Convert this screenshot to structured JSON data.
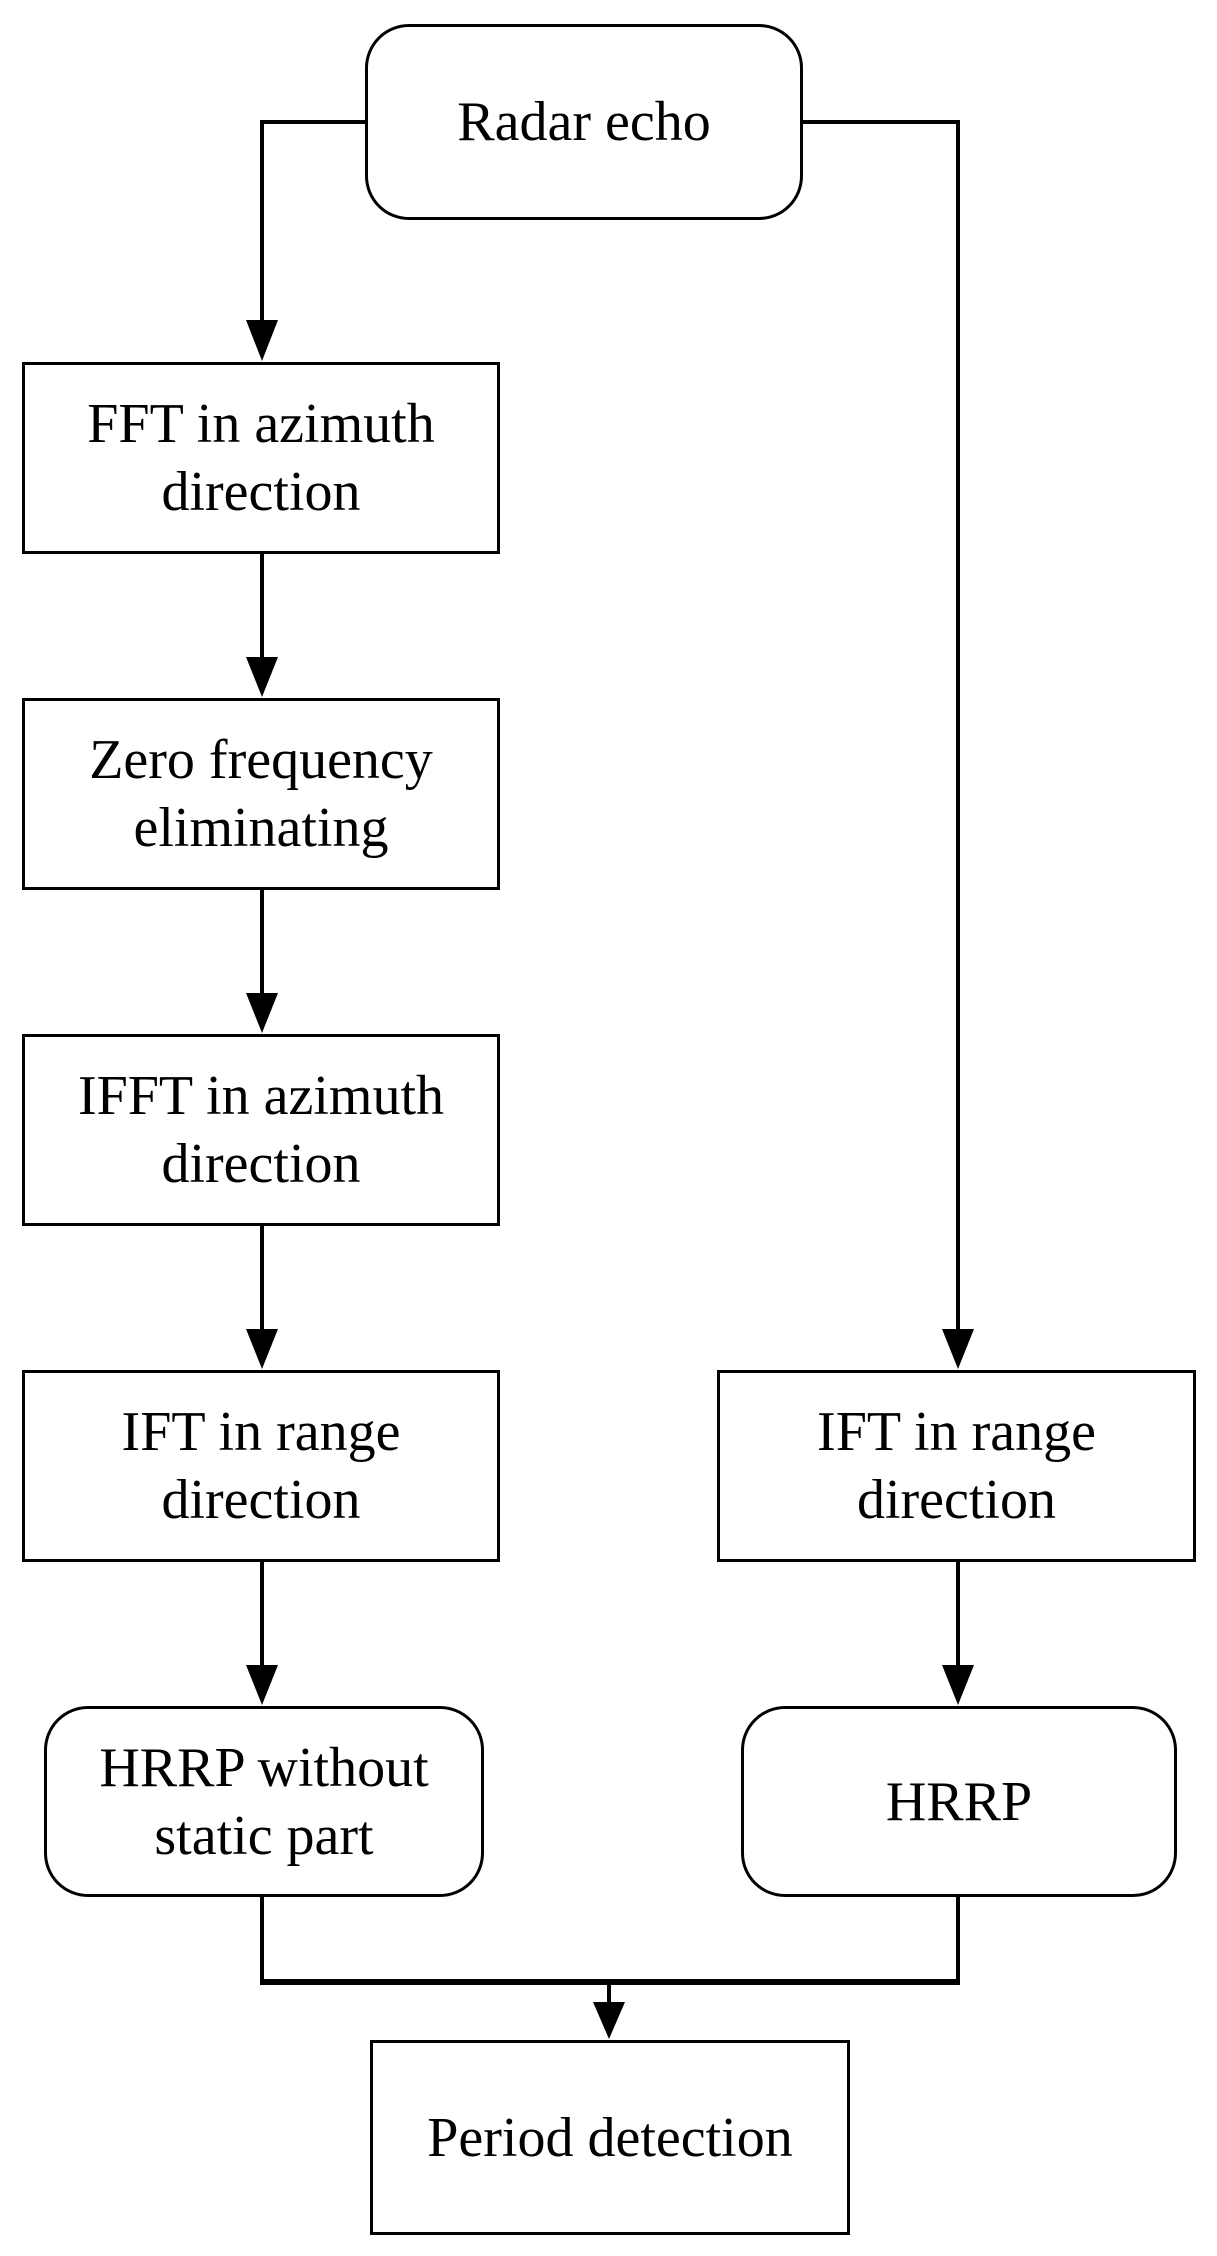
{
  "diagram": {
    "type": "flowchart",
    "colors": {
      "stroke": "#000000",
      "background": "#ffffff",
      "text": "#000000"
    },
    "nodes": [
      {
        "id": "radar-echo",
        "label": "Radar echo",
        "shape": "rounded"
      },
      {
        "id": "fft-azimuth",
        "label": "FFT in azimuth direction",
        "shape": "rect"
      },
      {
        "id": "zero-frequency",
        "label": "Zero frequency eliminating",
        "shape": "rect"
      },
      {
        "id": "ifft-azimuth",
        "label": "IFFT in azimuth direction",
        "shape": "rect"
      },
      {
        "id": "ift-range-left",
        "label": "IFT in range direction",
        "shape": "rect"
      },
      {
        "id": "hrrp-without-static",
        "label": "HRRP without static part",
        "shape": "rounded"
      },
      {
        "id": "ift-range-right",
        "label": "IFT in range direction",
        "shape": "rect"
      },
      {
        "id": "hrrp",
        "label": "HRRP",
        "shape": "rounded"
      },
      {
        "id": "period-detection",
        "label": "Period detection",
        "shape": "rect"
      }
    ],
    "edges": [
      {
        "from": "radar-echo",
        "to": "fft-azimuth",
        "arrow": true
      },
      {
        "from": "fft-azimuth",
        "to": "zero-frequency",
        "arrow": true
      },
      {
        "from": "zero-frequency",
        "to": "ifft-azimuth",
        "arrow": true
      },
      {
        "from": "ifft-azimuth",
        "to": "ift-range-left",
        "arrow": true
      },
      {
        "from": "ift-range-left",
        "to": "hrrp-without-static",
        "arrow": true
      },
      {
        "from": "radar-echo",
        "to": "ift-range-right",
        "arrow": true
      },
      {
        "from": "ift-range-right",
        "to": "hrrp",
        "arrow": true
      },
      {
        "from": "hrrp-without-static",
        "to": "period-detection",
        "arrow": true
      },
      {
        "from": "hrrp",
        "to": "period-detection",
        "arrow": true
      }
    ]
  }
}
